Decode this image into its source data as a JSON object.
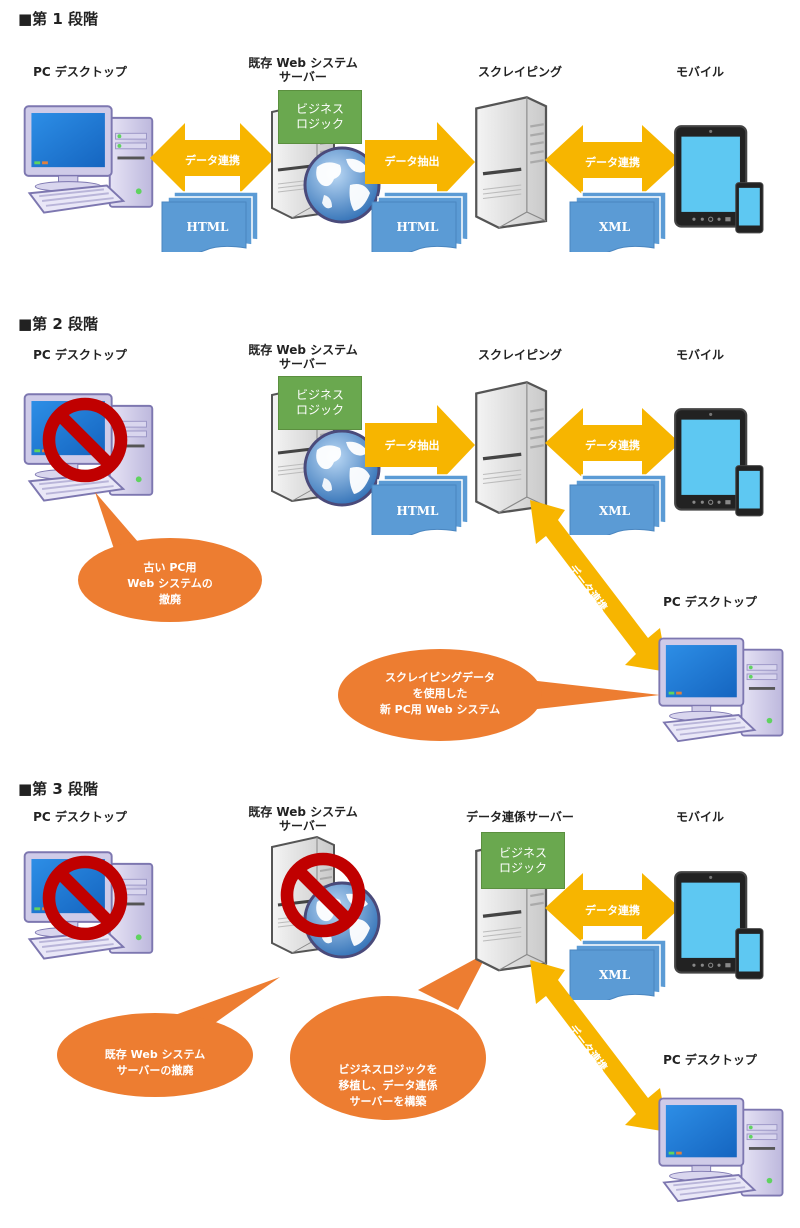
{
  "colors": {
    "arrow": "#f7b500",
    "doc": "#5b9bd5",
    "business_logic": "#6aa84f",
    "bubble": "#ed7d31",
    "prohibited": "#c00000"
  },
  "stages": [
    {
      "title": "■第 1 段階",
      "nodes": {
        "pc": "PC デスクトップ",
        "web_server": "既存 Web システム\nサーバー",
        "scraping": "スクレイピング",
        "mobile": "モバイル"
      },
      "business_logic": "ビジネス\nロジック",
      "arrows": [
        "データ連携",
        "データ抽出",
        "データ連携"
      ],
      "docs": [
        "HTML",
        "HTML",
        "XML"
      ]
    },
    {
      "title": "■第 2 段階",
      "nodes": {
        "pc_old": "PC デスクトップ",
        "web_server": "既存 Web システム\nサーバー",
        "scraping": "スクレイピング",
        "mobile": "モバイル",
        "pc_new": "PC デスクトップ"
      },
      "business_logic": "ビジネス\nロジック",
      "arrows": [
        "データ抽出",
        "データ連携",
        "データ連携"
      ],
      "docs": [
        "HTML",
        "XML"
      ],
      "bubbles": [
        "古い PC用\nWeb システムの\n撤廃",
        "スクレイピングデータ\nを使用した\n新 PC用 Web システム"
      ]
    },
    {
      "title": "■第 3 段階",
      "nodes": {
        "pc_old": "PC デスクトップ",
        "web_server": "既存 Web システム\nサーバー",
        "data_server": "データ連係サーバー",
        "mobile": "モバイル",
        "pc_new": "PC デスクトップ"
      },
      "business_logic": "ビジネス\nロジック",
      "arrows": [
        "データ連携",
        "データ連携"
      ],
      "docs": [
        "XML"
      ],
      "bubbles": [
        "既存 Web システム\nサーバーの撤廃",
        "ビジネスロジックを\n移植し、データ連係\nサーバーを構築"
      ]
    }
  ]
}
